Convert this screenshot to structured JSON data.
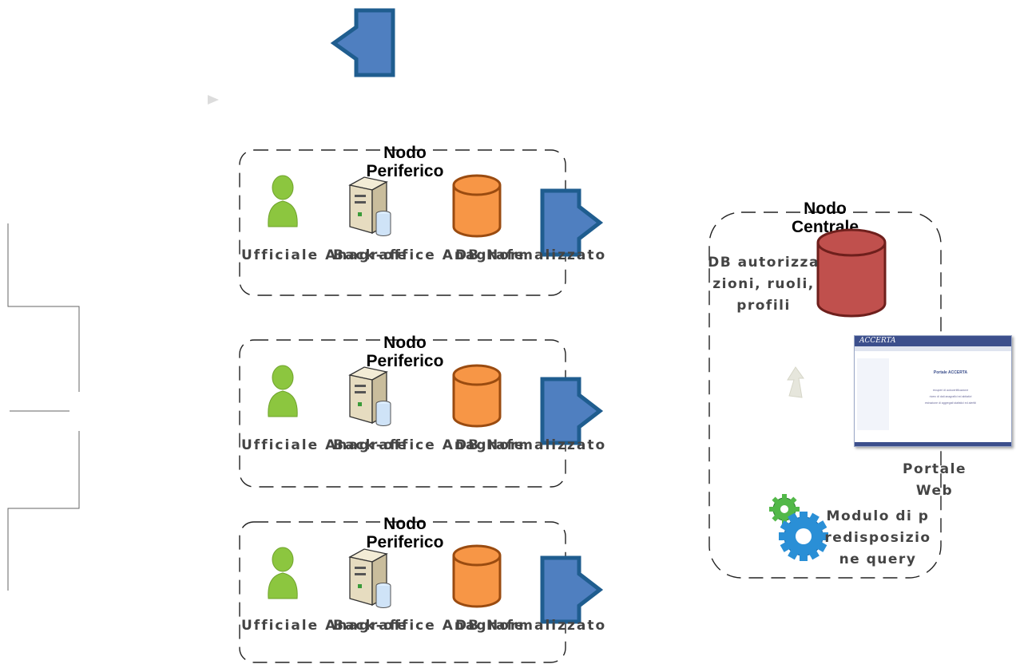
{
  "peripheral_nodes": [
    {
      "title": "Nodo Periferico",
      "items": [
        {
          "label": "Ufficiale Anagrafe"
        },
        {
          "label": "Back-office Anagrafe"
        },
        {
          "label": "DB Normalizzato"
        }
      ]
    },
    {
      "title": "Nodo Periferico",
      "items": [
        {
          "label": "Ufficiale Anagrafe"
        },
        {
          "label": "Back-office Anagrafe"
        },
        {
          "label": "DB Normalizzato"
        }
      ]
    },
    {
      "title": "Nodo Periferico",
      "items": [
        {
          "label": "Ufficiale Anagrafe"
        },
        {
          "label": "Back-office Anagrafe"
        },
        {
          "label": "DB Normalizzato"
        }
      ]
    }
  ],
  "central_node": {
    "title": "Nodo Centrale",
    "db_label": "DB autorizzazioni, ruoli, profili",
    "portal_label": "Portale Web",
    "module_label": "Modulo di predisposizione query"
  },
  "portal_screenshot": {
    "brand": "ACCERTA",
    "title": "Portale ACCERTA",
    "lines": [
      "recuperi di autocertificazione",
      "ricerc di dati anagrafici ed abitativi",
      "estrazione di aggregati statistici ed alertiti"
    ]
  },
  "colors": {
    "arrow_fill": "#4f7fc0",
    "arrow_stroke": "#1f5d8f",
    "person": "#8cc63f",
    "db_orange": "#f79646",
    "db_orange_stroke": "#9a4b10",
    "db_red": "#c0504d",
    "db_red_stroke": "#6e1f1c",
    "gear_blue": "#2a8fd6",
    "gear_green": "#52b848"
  }
}
